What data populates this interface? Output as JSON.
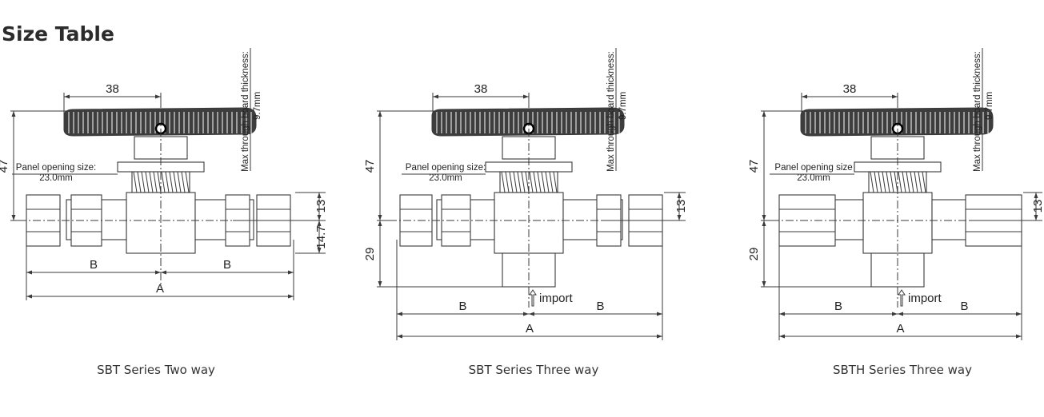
{
  "title": "Size Table",
  "colors": {
    "line": "#3a3a3a",
    "handle": "#3d3d3d",
    "text": "#222222"
  },
  "drawings": [
    {
      "caption": "SBT Series Two way",
      "dims": {
        "handle_width": "38",
        "height": "47",
        "right_top": "13",
        "right_bottom": "14.7",
        "b_left": "B",
        "b_right": "B",
        "a": "A"
      },
      "panel_label": "Panel opening size:",
      "panel_value": "23.0mm",
      "max_label": "Max through board thickness:",
      "max_value": "9.7mm"
    },
    {
      "caption": "SBT Series Three way",
      "dims": {
        "handle_width": "38",
        "height": "47",
        "right_top": "13",
        "bottom_depth": "29",
        "b_left": "B",
        "b_right": "B",
        "a": "A"
      },
      "panel_label": "Panel opening size:",
      "panel_value": "23.0mm",
      "max_label": "Max through board thickness:",
      "max_value": "9.7mm",
      "import_label": "import"
    },
    {
      "caption": "SBTH Series Three way",
      "dims": {
        "handle_width": "38",
        "height": "47",
        "right_top": "13",
        "bottom_depth": "29",
        "b_left": "B",
        "b_right": "B",
        "a": "A"
      },
      "panel_label": "Panel opening size",
      "panel_value": "23.0mm",
      "max_label": "Max through board thickness:",
      "max_value": "9.7mm",
      "import_label": "import"
    }
  ]
}
